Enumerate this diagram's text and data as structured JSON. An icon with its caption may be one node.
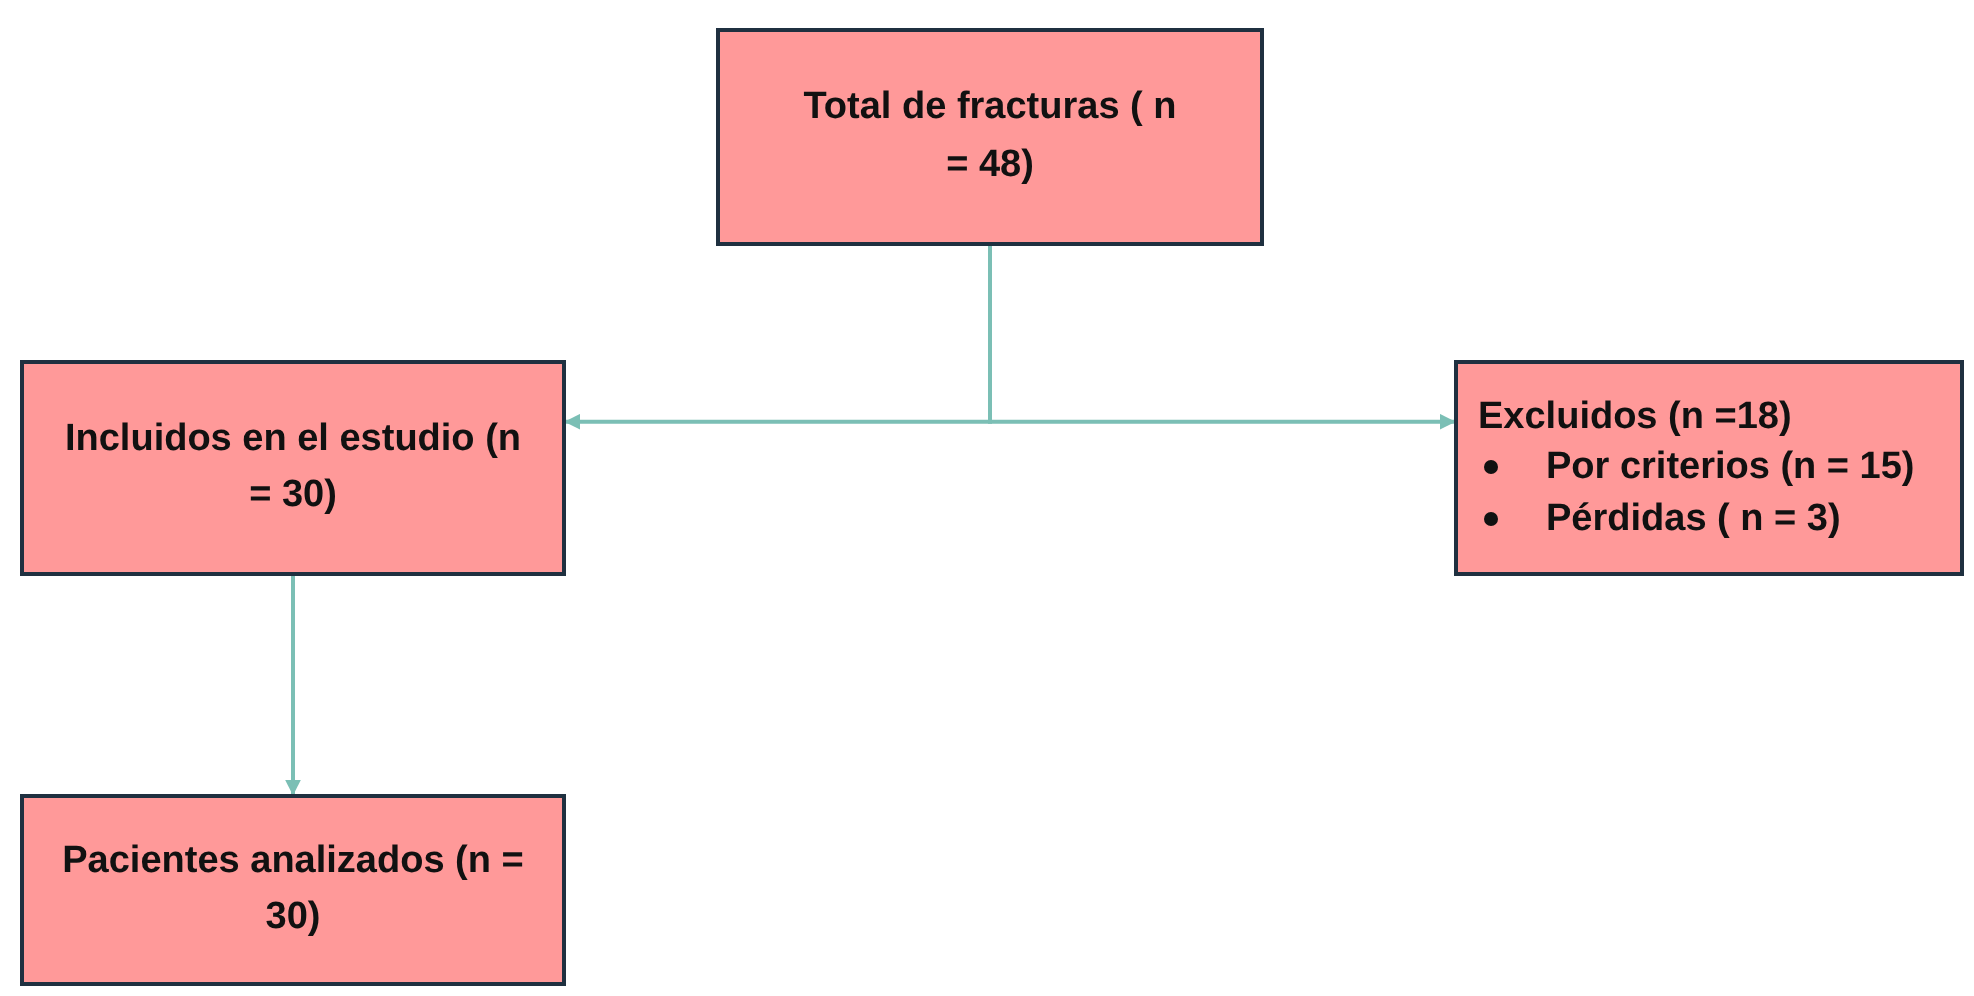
{
  "diagram": {
    "nodes": [
      {
        "text": [
          "Total de fracturas ( n = 48)"
        ]
      },
      {
        "text": [
          "Incluidos en el estudio (n = 30)"
        ]
      },
      {
        "text": [
          "Excluidos (n =18)",
          "Por criterios (n = 15)",
          "Pérdidas ( n = 3)"
        ]
      },
      {
        "text": [
          "Pacientes analizados (n = 30)"
        ]
      }
    ],
    "edges": [
      {
        "from": 0,
        "to": 1,
        "arrow": "to"
      },
      {
        "from": 0,
        "to": 2,
        "arrow": "to"
      },
      {
        "from": 1,
        "to": 3,
        "arrow": "to"
      }
    ]
  }
}
